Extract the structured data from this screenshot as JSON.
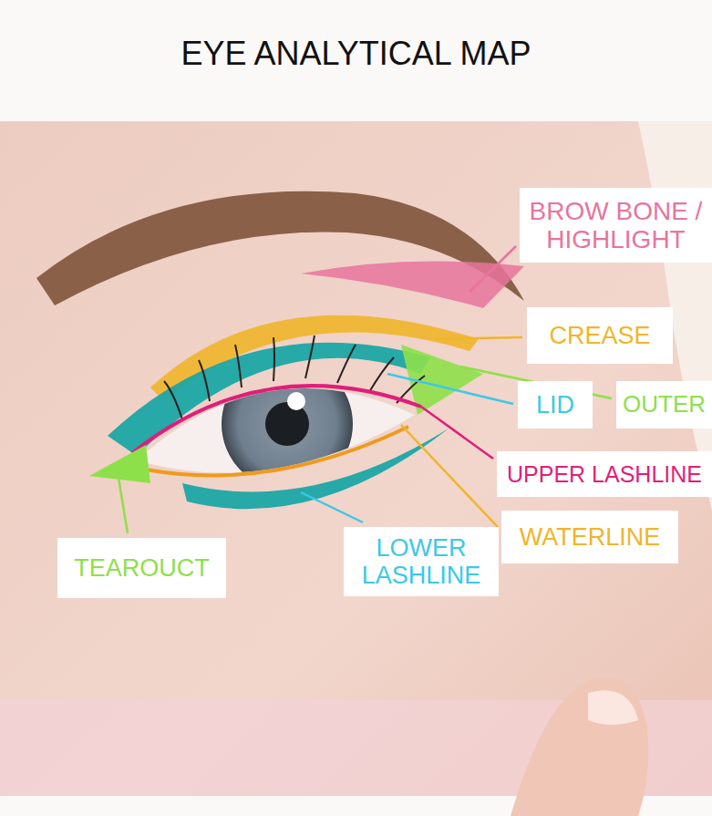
{
  "diagram": {
    "title": "EYE ANALYTICAL MAP",
    "nodes": [
      {
        "text": [
          "BROW BONE / HIGHLIGHT"
        ]
      },
      {
        "text": [
          "CREASE"
        ]
      },
      {
        "text": [
          "LID"
        ]
      },
      {
        "text": [
          "OUTER"
        ]
      },
      {
        "text": [
          "UPPER LASHLINE"
        ]
      },
      {
        "text": [
          "WATERLINE"
        ]
      },
      {
        "text": [
          "LOWER LASHLINE"
        ]
      },
      {
        "text": [
          "TEAROUCT"
        ]
      }
    ]
  }
}
